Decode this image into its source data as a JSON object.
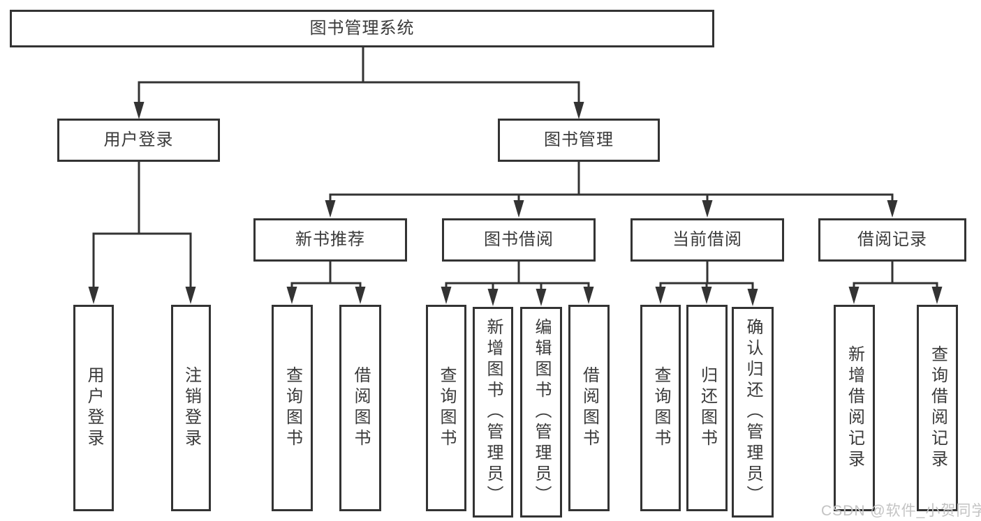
{
  "diagram_title": "图书管理系统",
  "tree": {
    "label": "图书管理系统",
    "children": [
      {
        "label": "用户登录",
        "children": [
          {
            "label": "用户登录"
          },
          {
            "label": "注销登录"
          }
        ]
      },
      {
        "label": "图书管理",
        "children": [
          {
            "label": "新书推荐",
            "children": [
              {
                "label": "查询图书"
              },
              {
                "label": "借阅图书"
              }
            ]
          },
          {
            "label": "图书借阅",
            "children": [
              {
                "label": "查询图书"
              },
              {
                "label": "新增图书（管理员）"
              },
              {
                "label": "编辑图书（管理员）"
              },
              {
                "label": "借阅图书"
              }
            ]
          },
          {
            "label": "当前借阅",
            "children": [
              {
                "label": "查询图书"
              },
              {
                "label": "归还图书"
              },
              {
                "label": "确认归还（管理员）"
              }
            ]
          },
          {
            "label": "借阅记录",
            "children": [
              {
                "label": "新增借阅记录"
              },
              {
                "label": "查询借阅记录"
              }
            ]
          }
        ]
      }
    ]
  },
  "watermark": {
    "text": "CSDN @软件_小贺同学"
  },
  "colors": {
    "line": "#333333",
    "text": "#3a3a3a",
    "box_background": "#ffffff",
    "page_background": "#ffffff",
    "watermark": "#c3c3c3"
  }
}
